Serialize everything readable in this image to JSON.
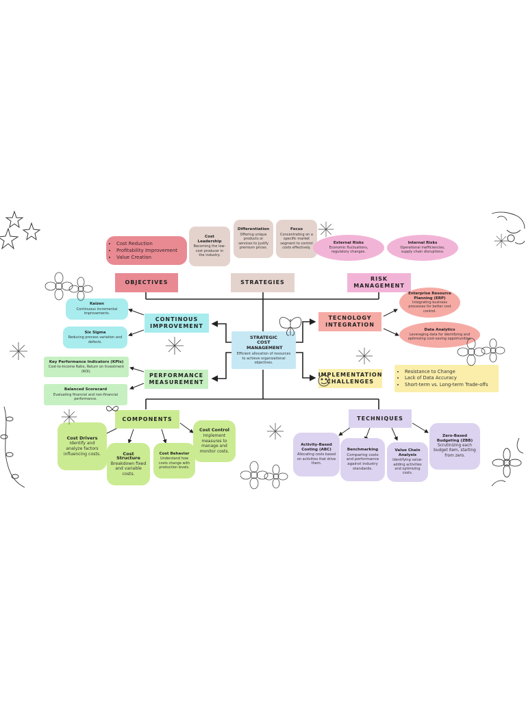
{
  "center": {
    "title": "STRATEGIC COST MANAGEMENT",
    "desc": "Efficient allocation of resources to achieve organizational objectives."
  },
  "objectives": {
    "label": "OBJECTIVES",
    "items": [
      "Cost Reduction",
      "Profitability Improvement",
      "Value Creation"
    ]
  },
  "strategies": {
    "label": "STRATEGIES",
    "items": [
      {
        "title": "Cost Leadership",
        "desc": "Becoming the low-cost producer in the industry."
      },
      {
        "title": "Differentiation",
        "desc": "Offering unique products or services to justify premium prices."
      },
      {
        "title": "Focus",
        "desc": "Concentrating on a specific market segment to control costs effectively."
      }
    ]
  },
  "risk": {
    "label": "RISK MANAGEMENT",
    "items": [
      {
        "title": "External Risks",
        "desc": "Economic fluctuations, regulatory changes."
      },
      {
        "title": "Internal Risks",
        "desc": "Operational inefficiencies, supply chain disruptions."
      }
    ]
  },
  "continuous": {
    "label": "CONTINOUS IMPROVEMENT",
    "items": [
      {
        "title": "Kaizen",
        "desc": "Continuous incremental improvements."
      },
      {
        "title": "Six Sigma",
        "desc": "Reducing process variation and defects."
      }
    ]
  },
  "performance": {
    "label": "PERFORMANCE MEASUREMENT",
    "items": [
      {
        "title": "Key Performance Indicators (KPIs)",
        "desc": "Cost-to-Income Ratio, Return on Investment (ROI)."
      },
      {
        "title": "Balanced Scorecard",
        "desc": "Evaluating financial and non-financial performance."
      }
    ]
  },
  "technology": {
    "label": "TECNOLOGY INTEGRATION",
    "items": [
      {
        "title": "Enterprise Resource Planning (ERP)",
        "desc": "Integrating business processes for better cost control."
      },
      {
        "title": "Data Analytics",
        "desc": "Leveraging data for identifying and optimizing cost-saving opportunities."
      }
    ]
  },
  "implementation": {
    "label": "IMPLEMENTATION CHALLENGES",
    "items": [
      "Resistance to Change",
      "Lack of Data Accuracy",
      "Short-term vs. Long-term Trade-offs"
    ]
  },
  "components": {
    "label": "COMPONENTS",
    "items": [
      {
        "title": "Cost Drivers",
        "desc": "Identify and analyze factors influencing costs."
      },
      {
        "title": "Cost Structure",
        "desc": "Breakdown fixed and variable costs."
      },
      {
        "title": "Cost Behavior",
        "desc": "Understand how costs change with production levels."
      },
      {
        "title": "Cost Control",
        "desc": "Implement measures to manage and monitor costs."
      }
    ]
  },
  "techniques": {
    "label": "TECHNIQUES",
    "items": [
      {
        "title": "Activity-Based Costing (ABC)",
        "desc": "Allocating costs based on activities that drive them."
      },
      {
        "title": "Benchmarking",
        "desc": "Comparing costs and performance against industry standards."
      },
      {
        "title": "Value Chain Analysis",
        "desc": "Identifying value-adding activities and optimizing costs."
      },
      {
        "title": "Zero-Based Budgeting (ZBB)",
        "desc": "Scrutinizing each budget item, starting from zero."
      }
    ]
  },
  "colors": {
    "objectives": "#e98a93",
    "strategies": "#e4d3cd",
    "risk": "#f2b4d6",
    "continuous": "#a8ecee",
    "performance": "#c6f0c2",
    "technology": "#f6aaa4",
    "implementation": "#faeeaa",
    "components": "#cbeb92",
    "techniques": "#dcd3f0",
    "center": "#c6e8f5"
  }
}
